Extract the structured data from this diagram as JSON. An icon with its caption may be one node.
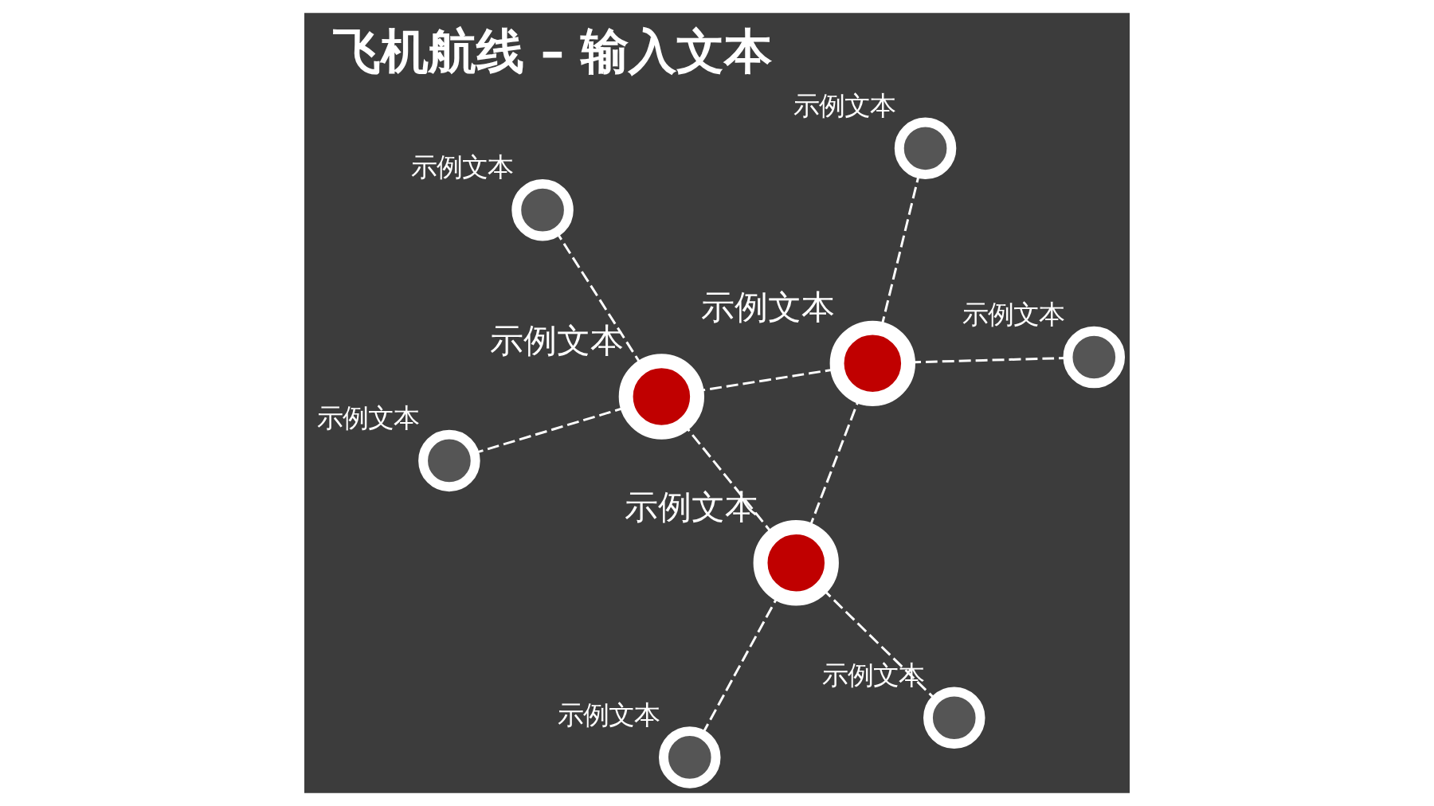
{
  "diagram": {
    "title": "飞机航线 – 输入文本",
    "nodes": [
      {
        "text": [],
        "shape": "circle",
        "beside": [
          "示例文本"
        ]
      },
      {
        "text": [],
        "shape": "circle",
        "beside": [
          "示例文本"
        ]
      },
      {
        "text": [],
        "shape": "circle",
        "beside": [
          "示例文本"
        ]
      },
      {
        "text": [],
        "shape": "circle",
        "beside": [
          "示例文本"
        ]
      },
      {
        "text": [],
        "shape": "circle",
        "beside": [
          "示例文本"
        ]
      },
      {
        "text": [],
        "shape": "circle",
        "beside": [
          "示例文本"
        ]
      },
      {
        "text": [],
        "shape": "circle",
        "beside": [
          "示例文本"
        ]
      },
      {
        "text": [],
        "shape": "circle",
        "beside": [
          "示例文本"
        ]
      },
      {
        "text": [],
        "shape": "circle",
        "beside": [
          "示例文本"
        ]
      }
    ],
    "edges": [
      {
        "from": 0,
        "to": 2,
        "arrow": "none",
        "style": "dashed"
      },
      {
        "from": 2,
        "to": 4,
        "arrow": "none",
        "style": "dashed"
      },
      {
        "from": 2,
        "to": 3,
        "arrow": "none",
        "style": "dashed"
      },
      {
        "from": 2,
        "to": 6,
        "arrow": "none",
        "style": "dashed"
      },
      {
        "from": 3,
        "to": 1,
        "arrow": "none",
        "style": "dashed"
      },
      {
        "from": 3,
        "to": 6,
        "arrow": "none",
        "style": "dashed"
      },
      {
        "from": 3,
        "to": 7,
        "arrow": "none",
        "style": "dashed"
      },
      {
        "from": 6,
        "to": 5,
        "arrow": "none",
        "style": "dashed"
      },
      {
        "from": 6,
        "to": 8,
        "arrow": "none",
        "style": "dashed"
      }
    ]
  }
}
